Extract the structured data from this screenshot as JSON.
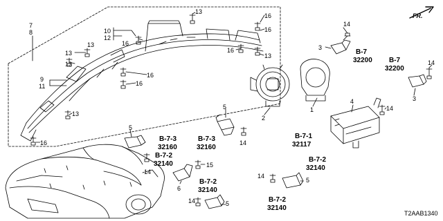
{
  "direction_label": "FR.",
  "document_id": "T2AAB1340",
  "callouts": [
    {
      "id": "c-7",
      "text": "7"
    },
    {
      "id": "c-8",
      "text": "8"
    },
    {
      "id": "c-13a",
      "text": "13"
    },
    {
      "id": "c-10",
      "text": "10"
    },
    {
      "id": "c-12",
      "text": "12"
    },
    {
      "id": "c-16a",
      "text": "16"
    },
    {
      "id": "c-16b",
      "text": "16"
    },
    {
      "id": "c-16c",
      "text": "16"
    },
    {
      "id": "c-13b",
      "text": "13"
    },
    {
      "id": "c-13c",
      "text": "13"
    },
    {
      "id": "c-13d",
      "text": "13"
    },
    {
      "id": "c-16d",
      "text": "16"
    },
    {
      "id": "c-13e",
      "text": "13"
    },
    {
      "id": "c-9",
      "text": "9"
    },
    {
      "id": "c-11",
      "text": "11"
    },
    {
      "id": "c-16e",
      "text": "16"
    },
    {
      "id": "c-16f",
      "text": "16"
    },
    {
      "id": "c-13f",
      "text": "13"
    },
    {
      "id": "c-16g",
      "text": "16"
    },
    {
      "id": "c-14a",
      "text": "14"
    },
    {
      "id": "c-3a",
      "text": "3"
    },
    {
      "id": "c-14b",
      "text": "14"
    },
    {
      "id": "c-3b",
      "text": "3"
    },
    {
      "id": "c-2",
      "text": "2"
    },
    {
      "id": "c-1",
      "text": "1"
    },
    {
      "id": "c-4",
      "text": "4"
    },
    {
      "id": "c-14c",
      "text": "14"
    },
    {
      "id": "c-5a",
      "text": "5"
    },
    {
      "id": "c-14d",
      "text": "14"
    },
    {
      "id": "c-5b",
      "text": "5"
    },
    {
      "id": "c-14e",
      "text": "14"
    },
    {
      "id": "c-15",
      "text": "15"
    },
    {
      "id": "c-6",
      "text": "6"
    },
    {
      "id": "c-14f",
      "text": "14"
    },
    {
      "id": "c-5c",
      "text": "5"
    },
    {
      "id": "c-14g",
      "text": "14"
    },
    {
      "id": "c-5d",
      "text": "5"
    }
  ],
  "references": [
    {
      "id": "r-b7-1",
      "section": "B-7",
      "part": "32200"
    },
    {
      "id": "r-b7-2",
      "section": "B-7",
      "part": "32200"
    },
    {
      "id": "r-b71",
      "section": "B-7-1",
      "part": "32117"
    },
    {
      "id": "r-b72-a",
      "section": "B-7-2",
      "part": "32140"
    },
    {
      "id": "r-b73-a",
      "section": "B-7-3",
      "part": "32160"
    },
    {
      "id": "r-b73-b",
      "section": "B-7-3",
      "part": "32160"
    },
    {
      "id": "r-b72-b",
      "section": "B-7-2",
      "part": "32140"
    },
    {
      "id": "r-b72-c",
      "section": "B-7-2",
      "part": "32140"
    },
    {
      "id": "r-b72-d",
      "section": "B-7-2",
      "part": "32140"
    }
  ]
}
